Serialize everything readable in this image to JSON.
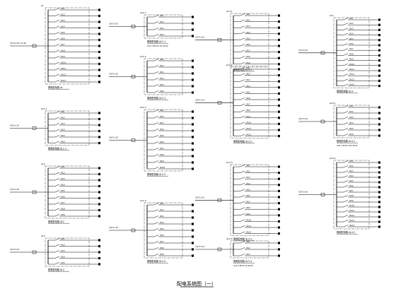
{
  "sheet": {
    "title": "配电系统图（一）",
    "colors": {
      "ink": "#000000",
      "paper": "#ffffff"
    }
  },
  "panels": [
    {
      "id": "p1",
      "code": "AL",
      "caption_name": "照明配电箱",
      "caption_code": "AL",
      "incoming": "YJV-4×35+1×16",
      "circuit_label_prefix": "WL",
      "circuit_count": 13
    },
    {
      "id": "p2",
      "code": "AL1-1",
      "caption_name": "照明配电箱",
      "caption_code": "AL1-1",
      "incoming": "YJV-5×10",
      "circuit_label_prefix": "WL",
      "circuit_count": 6
    },
    {
      "id": "p3",
      "code": "AL2",
      "caption_name": "照明配电箱",
      "caption_code": "AL2",
      "incoming": "YJV-5×16",
      "circuit_label_prefix": "WL",
      "circuit_count": 9
    },
    {
      "id": "p4",
      "code": "AL3",
      "caption_name": "照明配电箱",
      "caption_code": "AL3",
      "incoming": "YJV-5×10",
      "circuit_label_prefix": "WL",
      "circuit_count": 5
    },
    {
      "id": "p5",
      "code": "AL2-1",
      "caption_name": "照明配电箱",
      "caption_code": "AL2-1",
      "incoming": "YJV-5×10",
      "circuit_label_prefix": "WL",
      "circuit_count": 4,
      "note": "AL2-1 BV-5×10-SC32"
    },
    {
      "id": "p6",
      "code": "AL2-2",
      "caption_name": "照明配电箱",
      "caption_code": "AL2-2",
      "incoming": "YJV-5×10",
      "circuit_label_prefix": "WL",
      "circuit_count": 6
    },
    {
      "id": "p7",
      "code": "AL2-3",
      "caption_name": "照明配电箱",
      "caption_code": "AL2-3",
      "incoming": "YJV-5×10",
      "circuit_label_prefix": "WL",
      "circuit_count": 10
    },
    {
      "id": "p8",
      "code": "AL2-4",
      "caption_name": "照明配电箱",
      "caption_code": "AL2-4",
      "incoming": "YJV-5×10",
      "circuit_label_prefix": "WL",
      "circuit_count": 9
    },
    {
      "id": "p9",
      "code": "AL3-1",
      "caption_name": "照明配电箱",
      "caption_code": "AL3-1",
      "incoming": "YJV-5×10",
      "circuit_label_prefix": "WL",
      "circuit_count": 9
    },
    {
      "id": "p10",
      "code": "AL3-2",
      "caption_name": "照明配电箱",
      "caption_code": "AL3-2",
      "incoming": "YJV-5×10",
      "circuit_label_prefix": "WL",
      "circuit_count": 12
    },
    {
      "id": "p11",
      "code": "AL3-3",
      "caption_name": "照明配电箱",
      "caption_code": "AL3-3",
      "incoming": "YJV-5×10",
      "circuit_label_prefix": "WL",
      "circuit_count": 12
    },
    {
      "id": "p12",
      "code": "AL3-4",
      "caption_name": "照明配电箱",
      "caption_code": "AL3-4",
      "incoming": "YJV-5×10",
      "circuit_label_prefix": "WL",
      "circuit_count": 3,
      "note": "AL3-4 BV-5×6-SC25"
    },
    {
      "id": "p13",
      "code": "AL4",
      "caption_name": "照明配电箱",
      "caption_code": "AL4",
      "incoming": "YJV-5×16",
      "circuit_label_prefix": "WL",
      "circuit_count": 14
    },
    {
      "id": "p14",
      "code": "AL4-1",
      "caption_name": "照明配电箱",
      "caption_code": "AL4-1",
      "incoming": "YJV-5×10",
      "circuit_label_prefix": "WL",
      "circuit_count": 6,
      "note": "AL4-1 BV-5×10-SC32"
    },
    {
      "id": "p15",
      "code": "AL4-2",
      "caption_name": "照明配电箱",
      "caption_code": "AL4-2",
      "incoming": "YJV-5×16",
      "circuit_label_prefix": "WL",
      "circuit_count": 14
    }
  ]
}
